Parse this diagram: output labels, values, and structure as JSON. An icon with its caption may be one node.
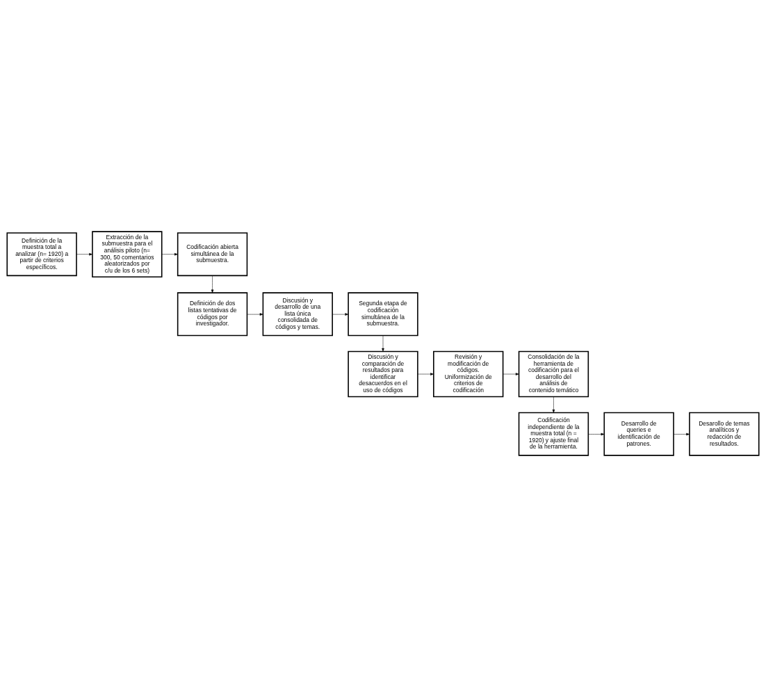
{
  "diagram": {
    "nodes": [
      {
        "text": [
          "Definición de la muestra total a analizar (n= 1920) a partir de criterios específicos."
        ]
      },
      {
        "text": [
          "Extracción de la submuestra para el análisis piloto (n= 300, 50 comentarios aleatorizados por c/u de los 6 sets)"
        ]
      },
      {
        "text": [
          "Codificación abierta simultánea de la submuestra."
        ]
      },
      {
        "text": [
          "Definición de dos listas tentativas de códigos por investigador."
        ]
      },
      {
        "text": [
          "Discusión y desarrollo de una lista única consolidada de códigos y temas."
        ]
      },
      {
        "text": [
          "Segunda etapa de codificación simultánea de la submuestra."
        ]
      },
      {
        "text": [
          "Discusión y comparación de resultados para identificar desacuerdos en el uso de códigos"
        ]
      },
      {
        "text": [
          "Revisión y modificación de códigos. Uniformización de criterios de codificación"
        ]
      },
      {
        "text": [
          "Consolidación de la herramienta de codificación para el desarrollo del análisis de contenido temático"
        ]
      },
      {
        "text": [
          "Codificación independiente de la muestra total (n = 1920) y ajuste final de la herramienta."
        ]
      },
      {
        "text": [
          "Desarrollo de queries e identificación de patrones."
        ]
      },
      {
        "text": [
          "Desarollo de temas analíticos y redacción de resultados."
        ]
      }
    ],
    "edges": [
      {
        "from": 0,
        "to": 1,
        "arrow": "to"
      },
      {
        "from": 1,
        "to": 2,
        "arrow": "to"
      },
      {
        "from": 2,
        "to": 3,
        "arrow": "to"
      },
      {
        "from": 3,
        "to": 4,
        "arrow": "to"
      },
      {
        "from": 4,
        "to": 5,
        "arrow": "to"
      },
      {
        "from": 5,
        "to": 6,
        "arrow": "to"
      },
      {
        "from": 6,
        "to": 7,
        "arrow": "to"
      },
      {
        "from": 7,
        "to": 8,
        "arrow": "to"
      },
      {
        "from": 8,
        "to": 9,
        "arrow": "to"
      },
      {
        "from": 9,
        "to": 10,
        "arrow": "to"
      },
      {
        "from": 10,
        "to": 11,
        "arrow": "to"
      }
    ]
  }
}
